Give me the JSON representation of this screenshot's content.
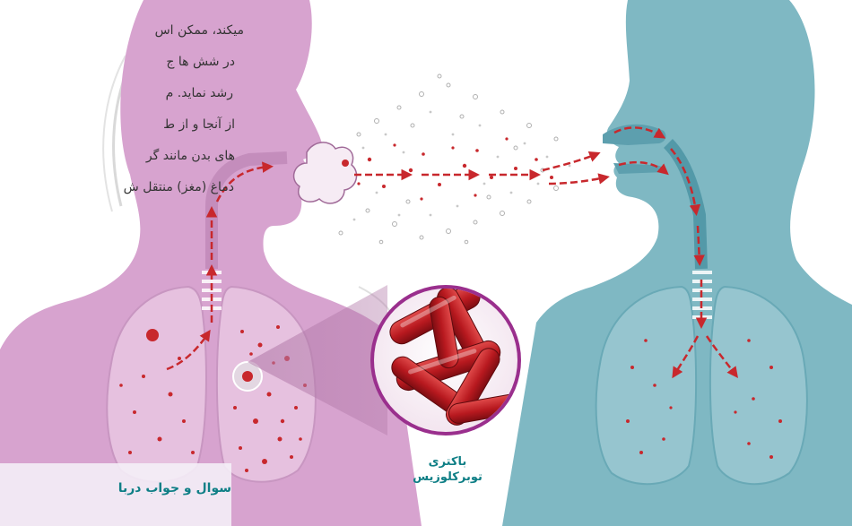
{
  "paragraph": {
    "lines": [
      "ميكند، ممكن اس",
      "در شش ها ج",
      "رشد نمايد. م",
      "از آنجا و از ط",
      "های بدن مانند گر",
      "دماغ (مغز) منتقل ش"
    ]
  },
  "bacteria_label": {
    "line1": "باكترى",
    "line2": "توبركلوزيس"
  },
  "qa_caption": "سوال و جواب دربا",
  "colors": {
    "infected_body": "#d7a3cf",
    "healthy_body": "#7fb8c3",
    "droplets": "#c8282d",
    "accent_teal": "#0f7f86",
    "bubble_ring": "#9a2f8d"
  }
}
